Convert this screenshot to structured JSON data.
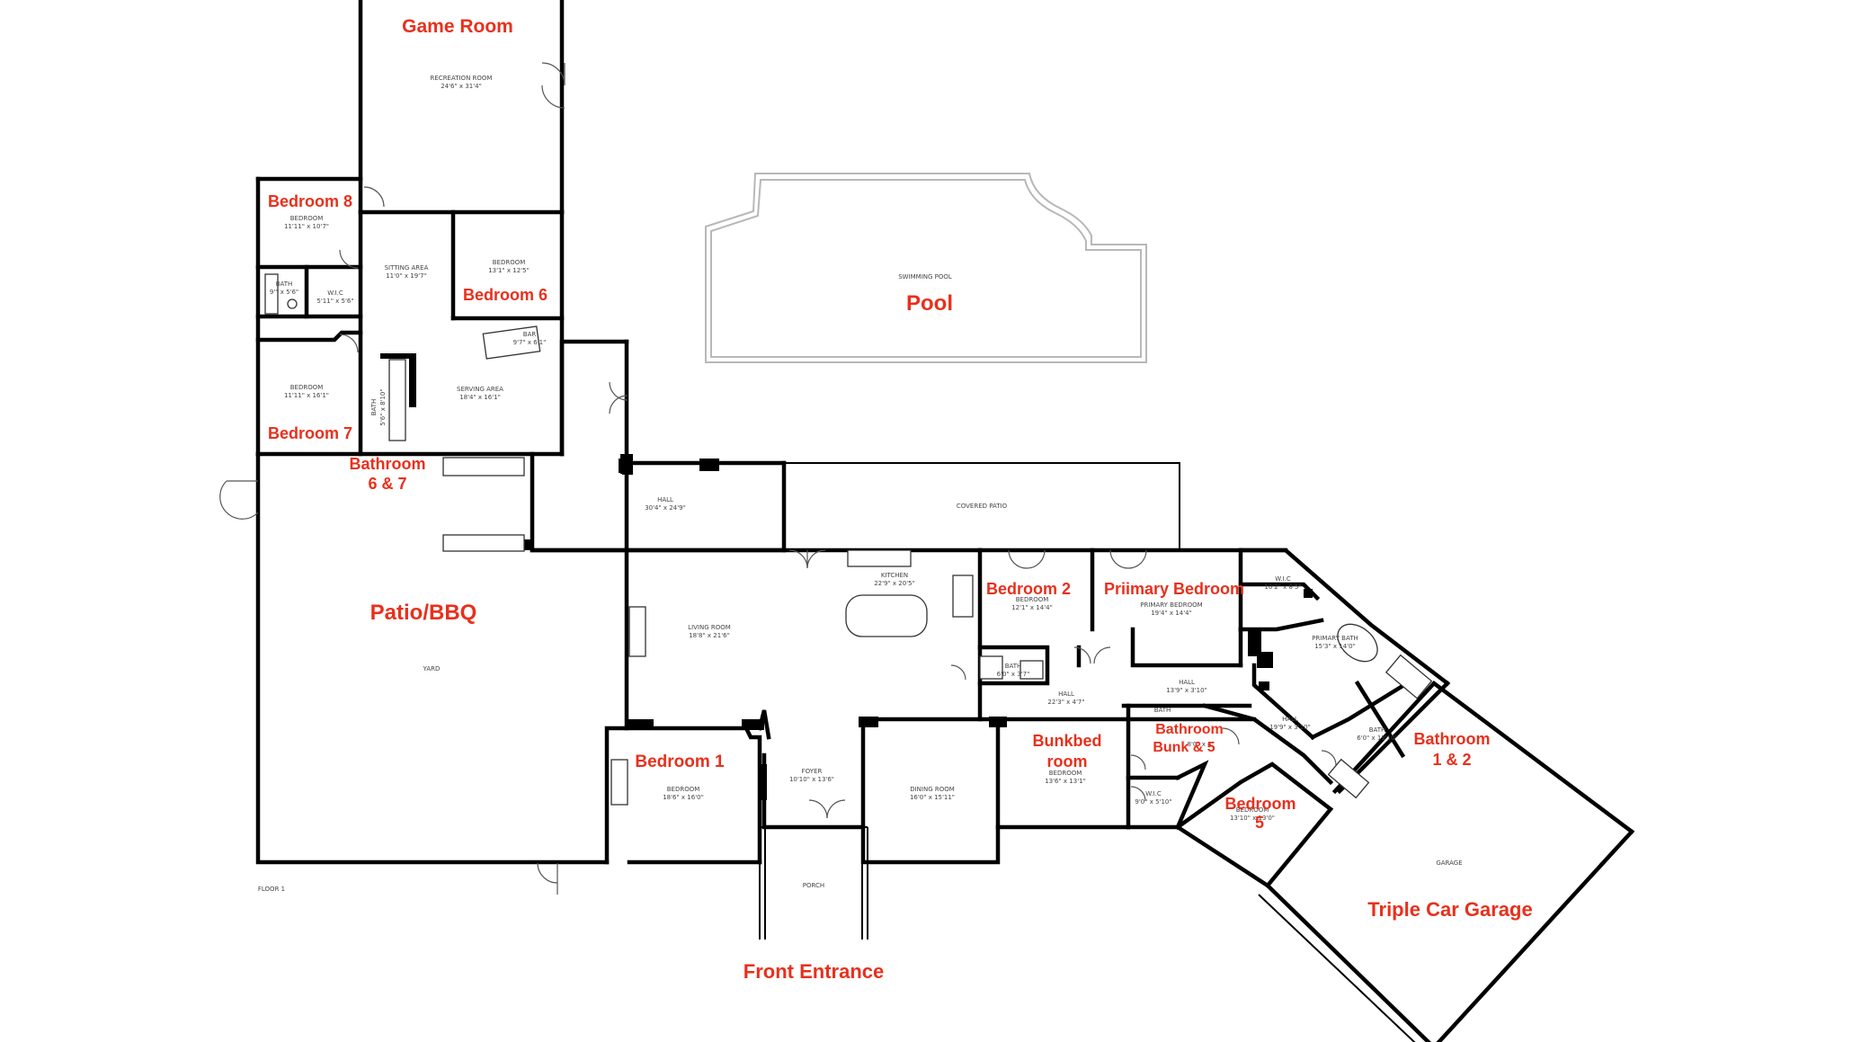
{
  "colors": {
    "label": "#e8301c",
    "wall": "#000000",
    "small_text": "#444444",
    "pool_outline": "#b8b8b8"
  },
  "labels": {
    "game_room": "Game Room",
    "bedroom_8": "Bedroom 8",
    "bedroom_6": "Bedroom 6",
    "pool": "Pool",
    "bedroom_7": "Bedroom 7",
    "bathroom_67_line1": "Bathroom",
    "bathroom_67_line2": "6 & 7",
    "patio_bbq": "Patio/BBQ",
    "bedroom_2": "Bedroom 2",
    "primary_bedroom": "Priimary Bedroom",
    "bedroom_1": "Bedroom 1",
    "bunkbed_line1": "Bunkbed",
    "bunkbed_line2": "room",
    "bath_bunk5_line1": "Bathroom",
    "bath_bunk5_line2": "Bunk & 5",
    "bedroom_5_line1": "Bedroom",
    "bedroom_5_line2": "5",
    "bath_12_line1": "Bathroom",
    "bath_12_line2": "1 & 2",
    "triple_garage": "Triple Car Garage",
    "front_entrance": "Front Entrance"
  },
  "rooms": {
    "recreation": {
      "name": "RECREATION ROOM",
      "dims": "24'6\" x 31'4\""
    },
    "bedroom_8": {
      "name": "BEDROOM",
      "dims": "11'11\" x 10'7\""
    },
    "bath_8": {
      "name": "BATH",
      "dims": "9'\" x 5'6\""
    },
    "wic_8": {
      "name": "W.I.C",
      "dims": "5'11\" x 5'6\""
    },
    "sitting": {
      "name": "SITTING AREA",
      "dims": "11'0\" x 19'7\""
    },
    "bedroom_6": {
      "name": "BEDROOM",
      "dims": "13'1\" x 12'5\""
    },
    "bar": {
      "name": "BAR",
      "dims": "9'7\" x 6'1\""
    },
    "swimming_pool": {
      "name": "SWIMMING POOL"
    },
    "bedroom_7": {
      "name": "BEDROOM",
      "dims": "11'11\" x 16'1\""
    },
    "bath_67": {
      "name": "BATH",
      "dims": "5'6\" x 8'10\""
    },
    "serving": {
      "name": "SERVING AREA",
      "dims": "18'4\" x 16'1\""
    },
    "hall_main": {
      "name": "HALL",
      "dims": "30'4\" x 24'9\""
    },
    "covered_patio": {
      "name": "COVERED PATIO"
    },
    "kitchen": {
      "name": "KITCHEN",
      "dims": "22'9\" x 20'5\""
    },
    "living": {
      "name": "LIVING ROOM",
      "dims": "18'8\" x 21'6\""
    },
    "yard": {
      "name": "YARD"
    },
    "bedroom_2": {
      "name": "BEDROOM",
      "dims": "12'1\" x 14'4\""
    },
    "primary_bedroom": {
      "name": "PRIMARY BEDROOM",
      "dims": "19'4\" x 14'4\""
    },
    "primary_wic": {
      "name": "W.I.C",
      "dims": "10'2\" x 8'5\""
    },
    "primary_bath": {
      "name": "PRIMARY BATH",
      "dims": "15'3\" x 14'0\""
    },
    "bath_2": {
      "name": "BATH",
      "dims": "6'0\" x 3'7\""
    },
    "hall_a": {
      "name": "HALL",
      "dims": "22'3\" x 4'7\""
    },
    "hall_b": {
      "name": "HALL",
      "dims": "13'9\" x 3'10\""
    },
    "hall_c": {
      "name": "HALL",
      "dims": "19'9\" x 3'10\""
    },
    "bath_1": {
      "name": "BATH",
      "dims": "6'0\" x 13'10\""
    },
    "bedroom_1": {
      "name": "BEDROOM",
      "dims": "18'6\" x 16'0\""
    },
    "foyer": {
      "name": "FOYER",
      "dims": "10'10\" x 13'6\""
    },
    "dining": {
      "name": "DINING ROOM",
      "dims": "16'0\" x 15'11\""
    },
    "bunkbed": {
      "name": "BEDROOM",
      "dims": "13'6\" x 13'1\""
    },
    "bath_bunk": {
      "name": "BATH",
      "dims": "8'0\" x 4'"
    },
    "wic_bunk": {
      "name": "W.I.C",
      "dims": "9'0\" x 5'10\""
    },
    "bedroom_5": {
      "name": "BEDROOM",
      "dims": "13'10\" x 13'0\""
    },
    "garage": {
      "name": "GARAGE"
    },
    "porch": {
      "name": "PORCH"
    },
    "floor": {
      "name": "FLOOR 1"
    }
  }
}
